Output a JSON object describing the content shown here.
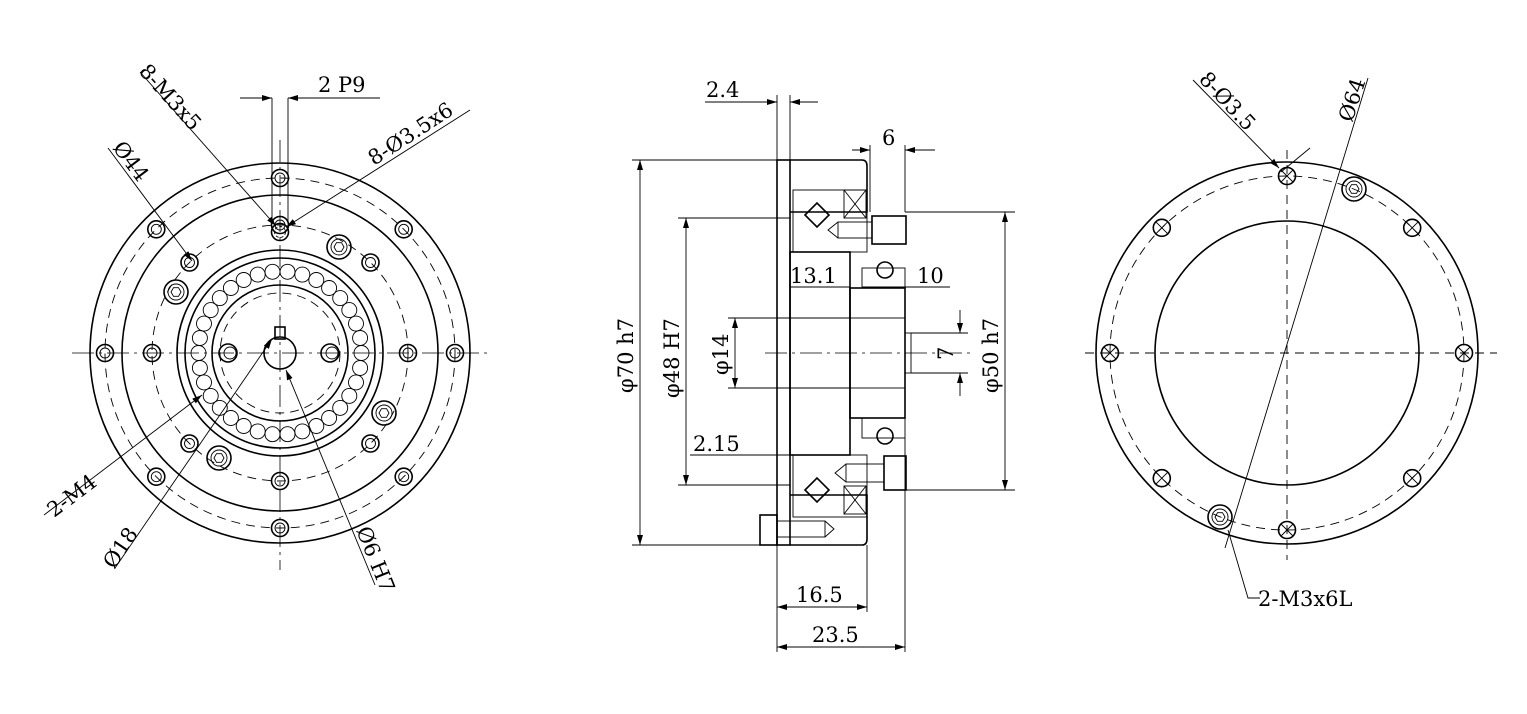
{
  "front_view": {
    "labels": {
      "keyway": "2 P9",
      "tapped_holes_face": "8-M3x5",
      "through_holes": "8-Ø3.5x6",
      "pcd_inner": "Ø44",
      "tapped_holes_side": "2-M4",
      "bore_diameter": "Ø18",
      "pin_hole": "Ø6 H7"
    }
  },
  "side_view": {
    "labels": {
      "flange_thickness": "2.4",
      "hub_step": "6",
      "shaft_offset": "13.1",
      "hub_width": "10",
      "outer_diameter": "φ70 h7",
      "register_diameter": "φ48 H7",
      "shaft_diameter": "φ14",
      "key_height": "7",
      "mount_diameter": "φ50 h7",
      "recess_depth": "2.15",
      "body_length": "16.5",
      "overall_length": "23.5"
    }
  },
  "rear_view": {
    "labels": {
      "holes": "8-Ø3.5",
      "pcd": "Ø64",
      "tapped_holes": "2-M3x6L"
    }
  }
}
